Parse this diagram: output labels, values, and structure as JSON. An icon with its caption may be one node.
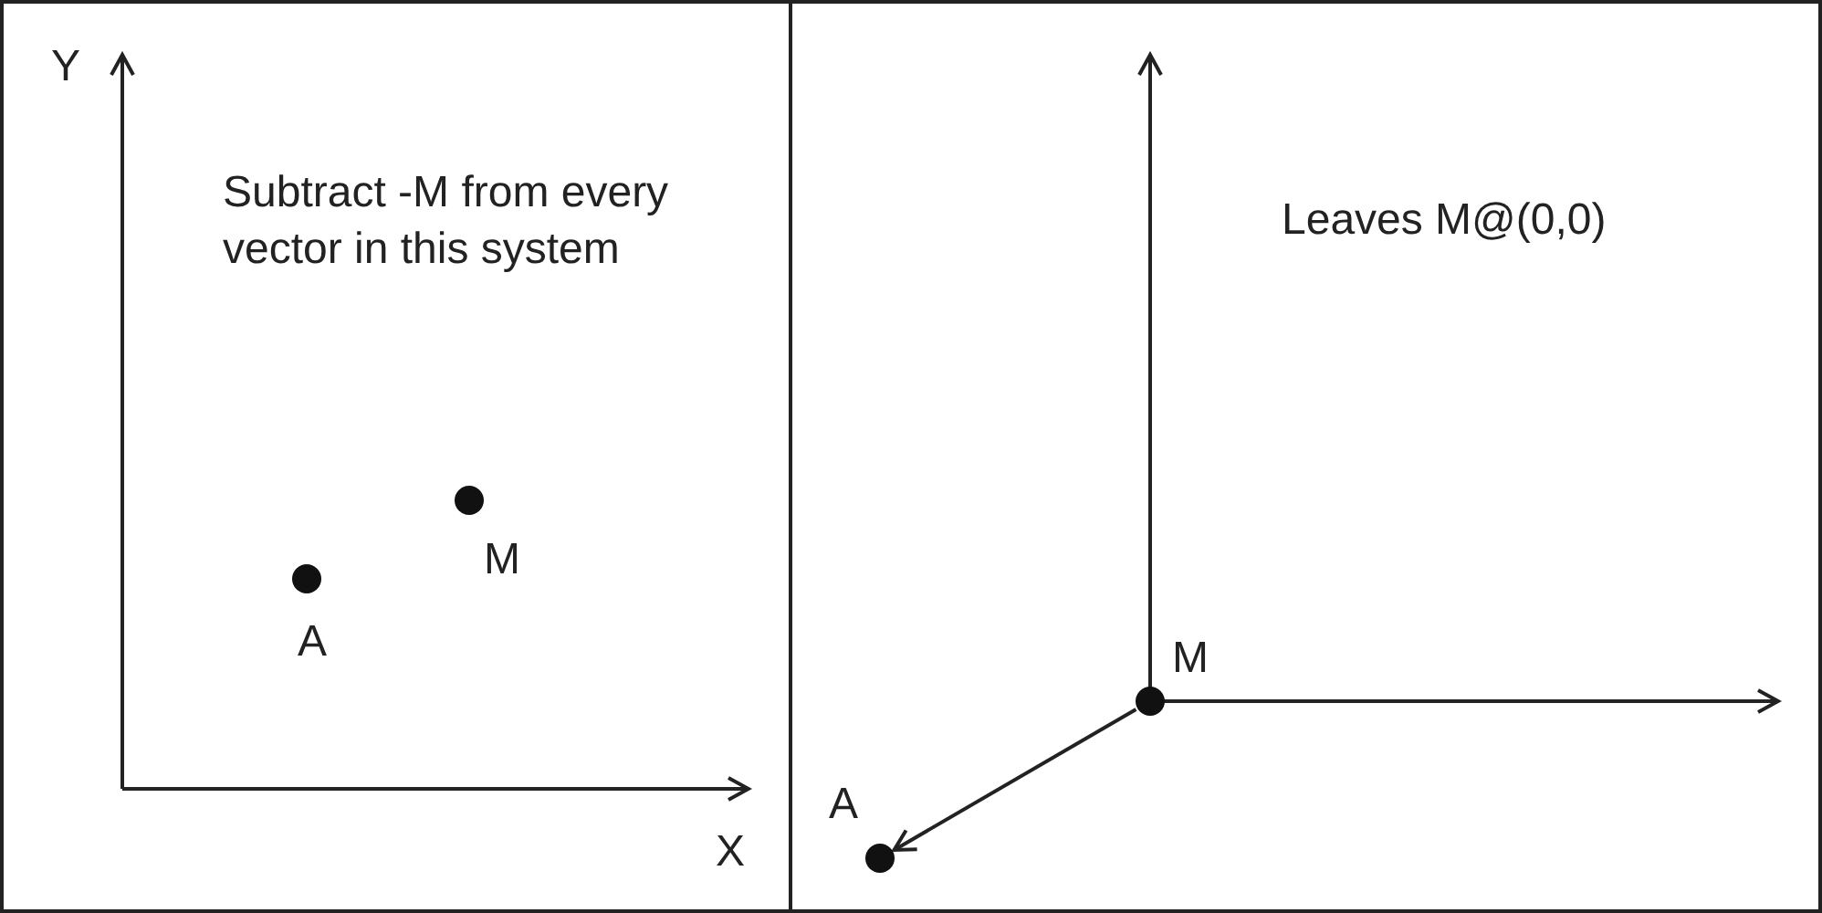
{
  "diagram": {
    "nodes": [
      {
        "text": [
          "Subtract -M from every vector in this system"
        ]
      },
      {
        "text": [],
        "shape": "circle",
        "beside": [
          "M"
        ],
        "in": 0
      },
      {
        "text": [],
        "shape": "circle",
        "beside": [
          "A"
        ],
        "in": 0
      },
      {
        "text": [
          "Leaves M@(0,0)"
        ]
      },
      {
        "text": [],
        "shape": "circle",
        "beside": [
          "M"
        ],
        "in": 3
      },
      {
        "text": [],
        "shape": "circle",
        "beside": [
          "A"
        ],
        "in": 3
      }
    ],
    "edges": [
      {
        "from": 4,
        "to": 5,
        "arrow": "to"
      }
    ],
    "labels": [
      "Y",
      "X"
    ]
  }
}
